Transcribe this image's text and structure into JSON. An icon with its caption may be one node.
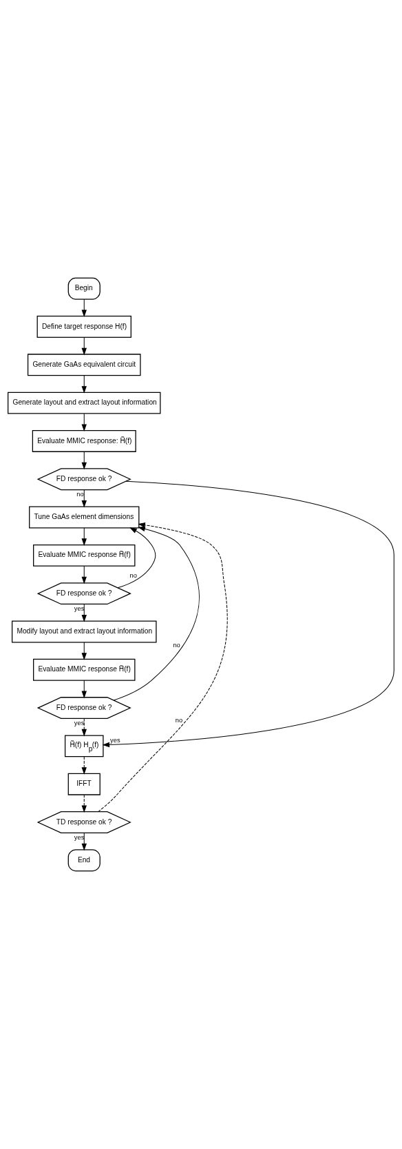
{
  "diagram": {
    "nodes": [
      {
        "text": [
          "Begin"
        ]
      },
      {
        "text": [
          "Define target response H(f)"
        ]
      },
      {
        "text": [
          "Generate GaAs equivalent circuit"
        ]
      },
      {
        "text": [
          "Generate layout and extract layout information"
        ]
      },
      {
        "text": [
          "Evaluate MMIC response: H̃(f)"
        ]
      },
      {
        "text": [
          "FD response ok ?"
        ]
      },
      {
        "text": [
          "Tune GaAs element dimensions"
        ]
      },
      {
        "text": [
          "Evaluate MMIC response H̃(f)"
        ]
      },
      {
        "text": [
          "FD response ok ?"
        ]
      },
      {
        "text": [
          "Modify layout and extract layout information"
        ]
      },
      {
        "text": [
          "Evaluate MMIC response H̃(f)"
        ]
      },
      {
        "text": [
          "FD response ok ?"
        ]
      },
      {
        "text": [
          "H̃(f) H$_{p}$(f)"
        ]
      },
      {
        "text": [
          "IFFT"
        ]
      },
      {
        "text": [
          "TD response ok ?"
        ]
      },
      {
        "text": [
          "End"
        ]
      }
    ],
    "edges": [
      {
        "from": 0,
        "to": 1,
        "arrow": "to"
      },
      {
        "from": 1,
        "to": 2,
        "arrow": "to"
      },
      {
        "from": 2,
        "to": 3,
        "arrow": "to"
      },
      {
        "from": 3,
        "to": 4,
        "arrow": "to"
      },
      {
        "from": 4,
        "to": 5,
        "arrow": "to"
      },
      {
        "from": 5,
        "to": 12,
        "arrow": "to",
        "label": "yes"
      },
      {
        "from": 5,
        "to": 6,
        "arrow": "to",
        "label": "no"
      },
      {
        "from": 6,
        "to": 7,
        "arrow": "to"
      },
      {
        "from": 7,
        "to": 8,
        "arrow": "to"
      },
      {
        "from": 8,
        "to": 6,
        "arrow": "to",
        "label": "no"
      },
      {
        "from": 8,
        "to": 9,
        "arrow": "to",
        "label": "yes"
      },
      {
        "from": 9,
        "to": 10,
        "arrow": "to"
      },
      {
        "from": 10,
        "to": 11,
        "arrow": "to"
      },
      {
        "from": 11,
        "to": 6,
        "arrow": "to",
        "label": "no"
      },
      {
        "from": 11,
        "to": 12,
        "arrow": "to",
        "label": "yes",
        "style": "dashed"
      },
      {
        "from": 12,
        "to": 13,
        "arrow": "to",
        "style": "dashed"
      },
      {
        "from": 13,
        "to": 14,
        "arrow": "to",
        "style": "dashed"
      },
      {
        "from": 14,
        "to": 6,
        "arrow": "to",
        "label": "no",
        "style": "dashed"
      },
      {
        "from": 14,
        "to": 15,
        "arrow": "to",
        "label": "yes"
      }
    ]
  }
}
